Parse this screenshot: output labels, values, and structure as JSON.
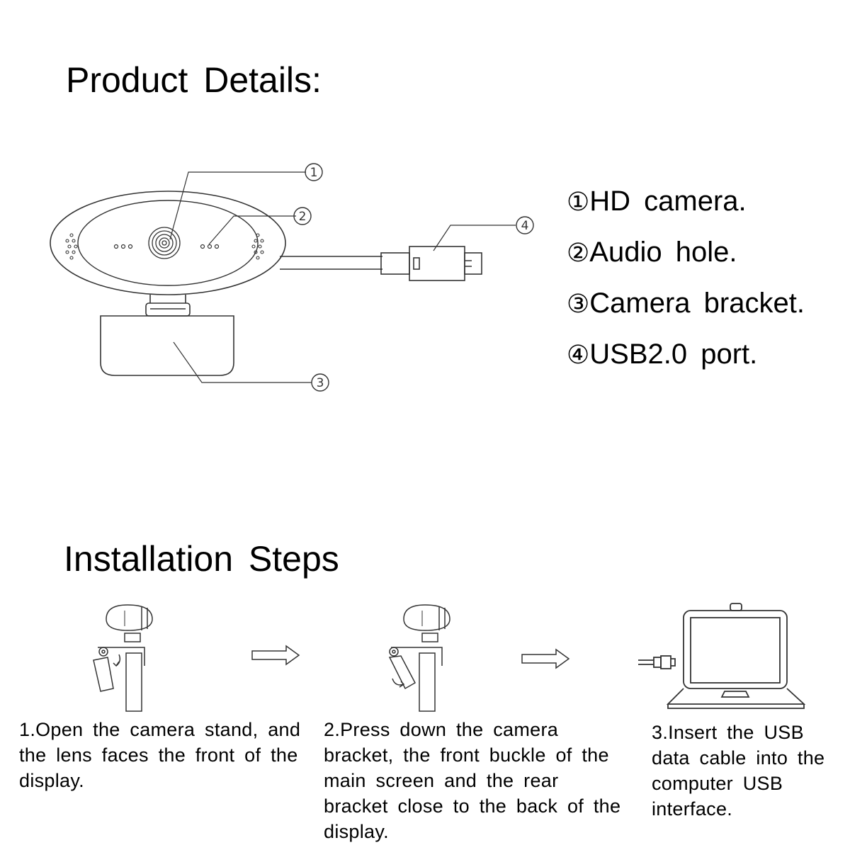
{
  "product_details": {
    "title": "Product Details:",
    "callouts": [
      {
        "num": "①",
        "label": "HD  camera."
      },
      {
        "num": "②",
        "label": "Audio  hole."
      },
      {
        "num": "③",
        "label": "Camera  bracket."
      },
      {
        "num": "④",
        "label": "USB2.0  port."
      }
    ]
  },
  "installation": {
    "title": "Installation  Steps",
    "steps": [
      {
        "text": "1.Open  the  camera  stand,  and  the  lens  faces  the  front  of  the  display."
      },
      {
        "text": "2.Press  down  the  camera  bracket,  the  front  buckle  of  the  main  screen  and  the  rear  bracket  close  to  the  back  of  the  display."
      },
      {
        "text": "3.Insert  the  USB  data  cable  into  the  computer  USB  interface."
      }
    ]
  }
}
